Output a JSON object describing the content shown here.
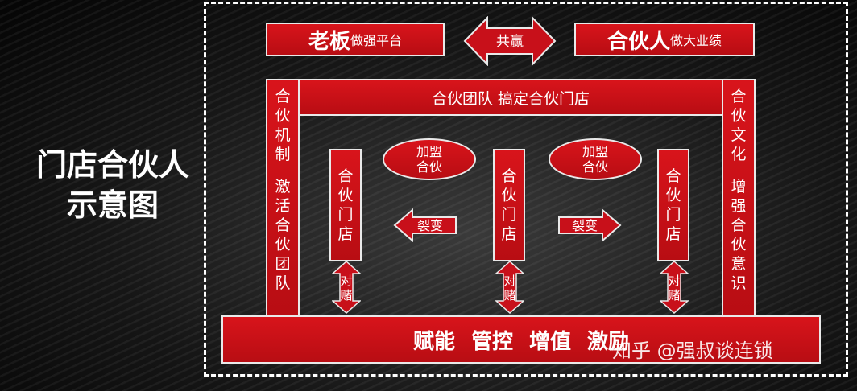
{
  "title": {
    "line1": "门店合伙人",
    "line2": "示意图"
  },
  "boss": {
    "main": "老板",
    "sub": "做强平台"
  },
  "partner": {
    "main": "合伙人",
    "sub": "做大业绩"
  },
  "winwin": "共赢",
  "top_bar": "合伙团队  搞定合伙门店",
  "left_column": {
    "chars": [
      "合",
      "伙",
      "机",
      "制",
      "",
      "激",
      "活",
      "合",
      "伙",
      "团",
      "队"
    ]
  },
  "right_column": {
    "chars": [
      "合",
      "伙",
      "文",
      "化",
      "",
      "增",
      "强",
      "合",
      "伙",
      "意",
      "识"
    ]
  },
  "stores": [
    {
      "chars": [
        "合",
        "伙",
        "门",
        "店"
      ]
    },
    {
      "chars": [
        "合",
        "伙",
        "门",
        "店"
      ]
    },
    {
      "chars": [
        "合",
        "伙",
        "门",
        "店"
      ]
    }
  ],
  "join": [
    {
      "line1": "加盟",
      "line2": "合伙"
    },
    {
      "line1": "加盟",
      "line2": "合伙"
    }
  ],
  "fission": {
    "left": "裂变",
    "right": "裂变"
  },
  "gamble": {
    "line1": "对",
    "line2": "赌"
  },
  "bottom_bar": {
    "items": [
      "赋能",
      "管控",
      "增值",
      "激励"
    ]
  },
  "watermark": "知乎 @强叔谈连锁",
  "colors": {
    "red": "#c8101a",
    "border": "#e9e9e9",
    "background": "#111111"
  }
}
